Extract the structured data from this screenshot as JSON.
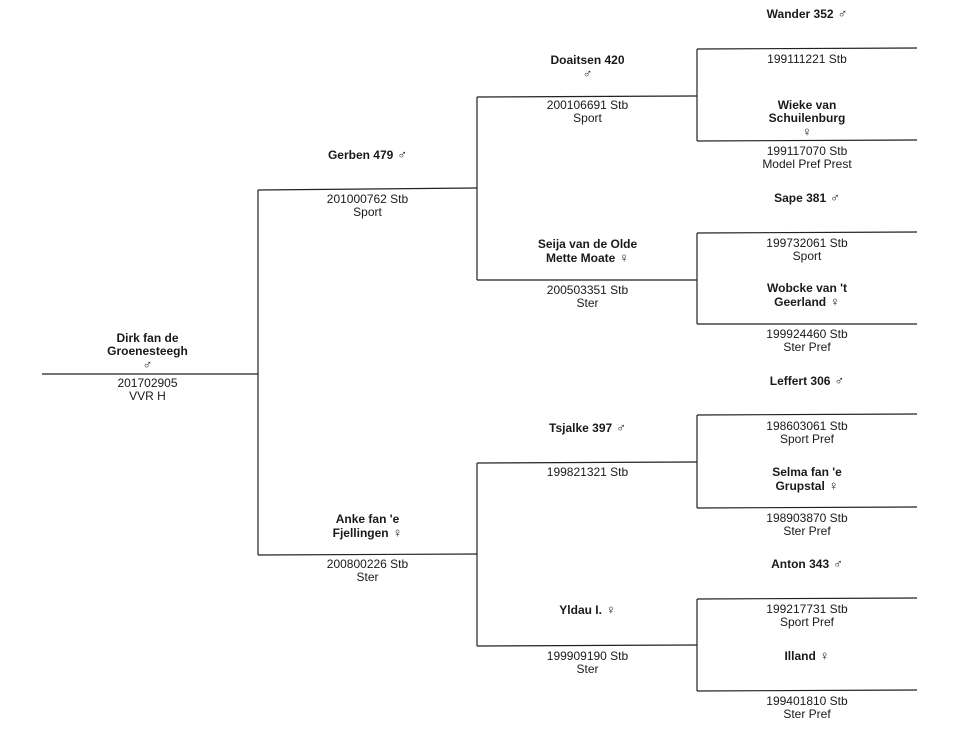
{
  "male_symbol": "♂",
  "female_symbol": "♀",
  "subject": {
    "name": "Dirk fan de Groenesteegh",
    "reg": "201702905",
    "note": "VVR H"
  },
  "sire": {
    "name": "Gerben 479",
    "reg": "201000762 Stb",
    "note": "Sport"
  },
  "dam": {
    "name": "Anke fan 'e Fjellingen",
    "reg": "200800226 Stb",
    "note": "Ster"
  },
  "sire_sire": {
    "name": "Doaitsen 420",
    "reg": "200106691 Stb",
    "note": "Sport"
  },
  "sire_dam": {
    "name": "Seija van de Olde Mette Moate",
    "reg": "200503351 Stb",
    "note": "Ster"
  },
  "dam_sire": {
    "name": "Tsjalke 397",
    "reg": "199821321 Stb",
    "note": ""
  },
  "dam_dam": {
    "name": "Yldau I.",
    "reg": "199909190 Stb",
    "note": "Ster"
  },
  "ss_sire": {
    "name": "Wander 352",
    "reg": "199111221 Stb",
    "note": ""
  },
  "ss_dam": {
    "name": "Wieke van Schuilenburg",
    "reg": "199117070 Stb",
    "note": "Model Pref Prest"
  },
  "sd_sire": {
    "name": "Sape 381",
    "reg": "199732061 Stb",
    "note": "Sport"
  },
  "sd_dam": {
    "name": "Wobcke van 't Geerland",
    "reg": "199924460 Stb",
    "note": "Ster Pref"
  },
  "ds_sire": {
    "name": "Leffert 306",
    "reg": "198603061 Stb",
    "note": "Sport Pref"
  },
  "ds_dam": {
    "name": "Selma fan 'e Grupstal",
    "reg": "198903870 Stb",
    "note": "Ster Pref"
  },
  "dd_sire": {
    "name": "Anton 343",
    "reg": "199217731 Stb",
    "note": "Sport Pref"
  },
  "dd_dam": {
    "name": "Illand",
    "reg": "199401810 Stb",
    "note": "Ster Pref"
  }
}
